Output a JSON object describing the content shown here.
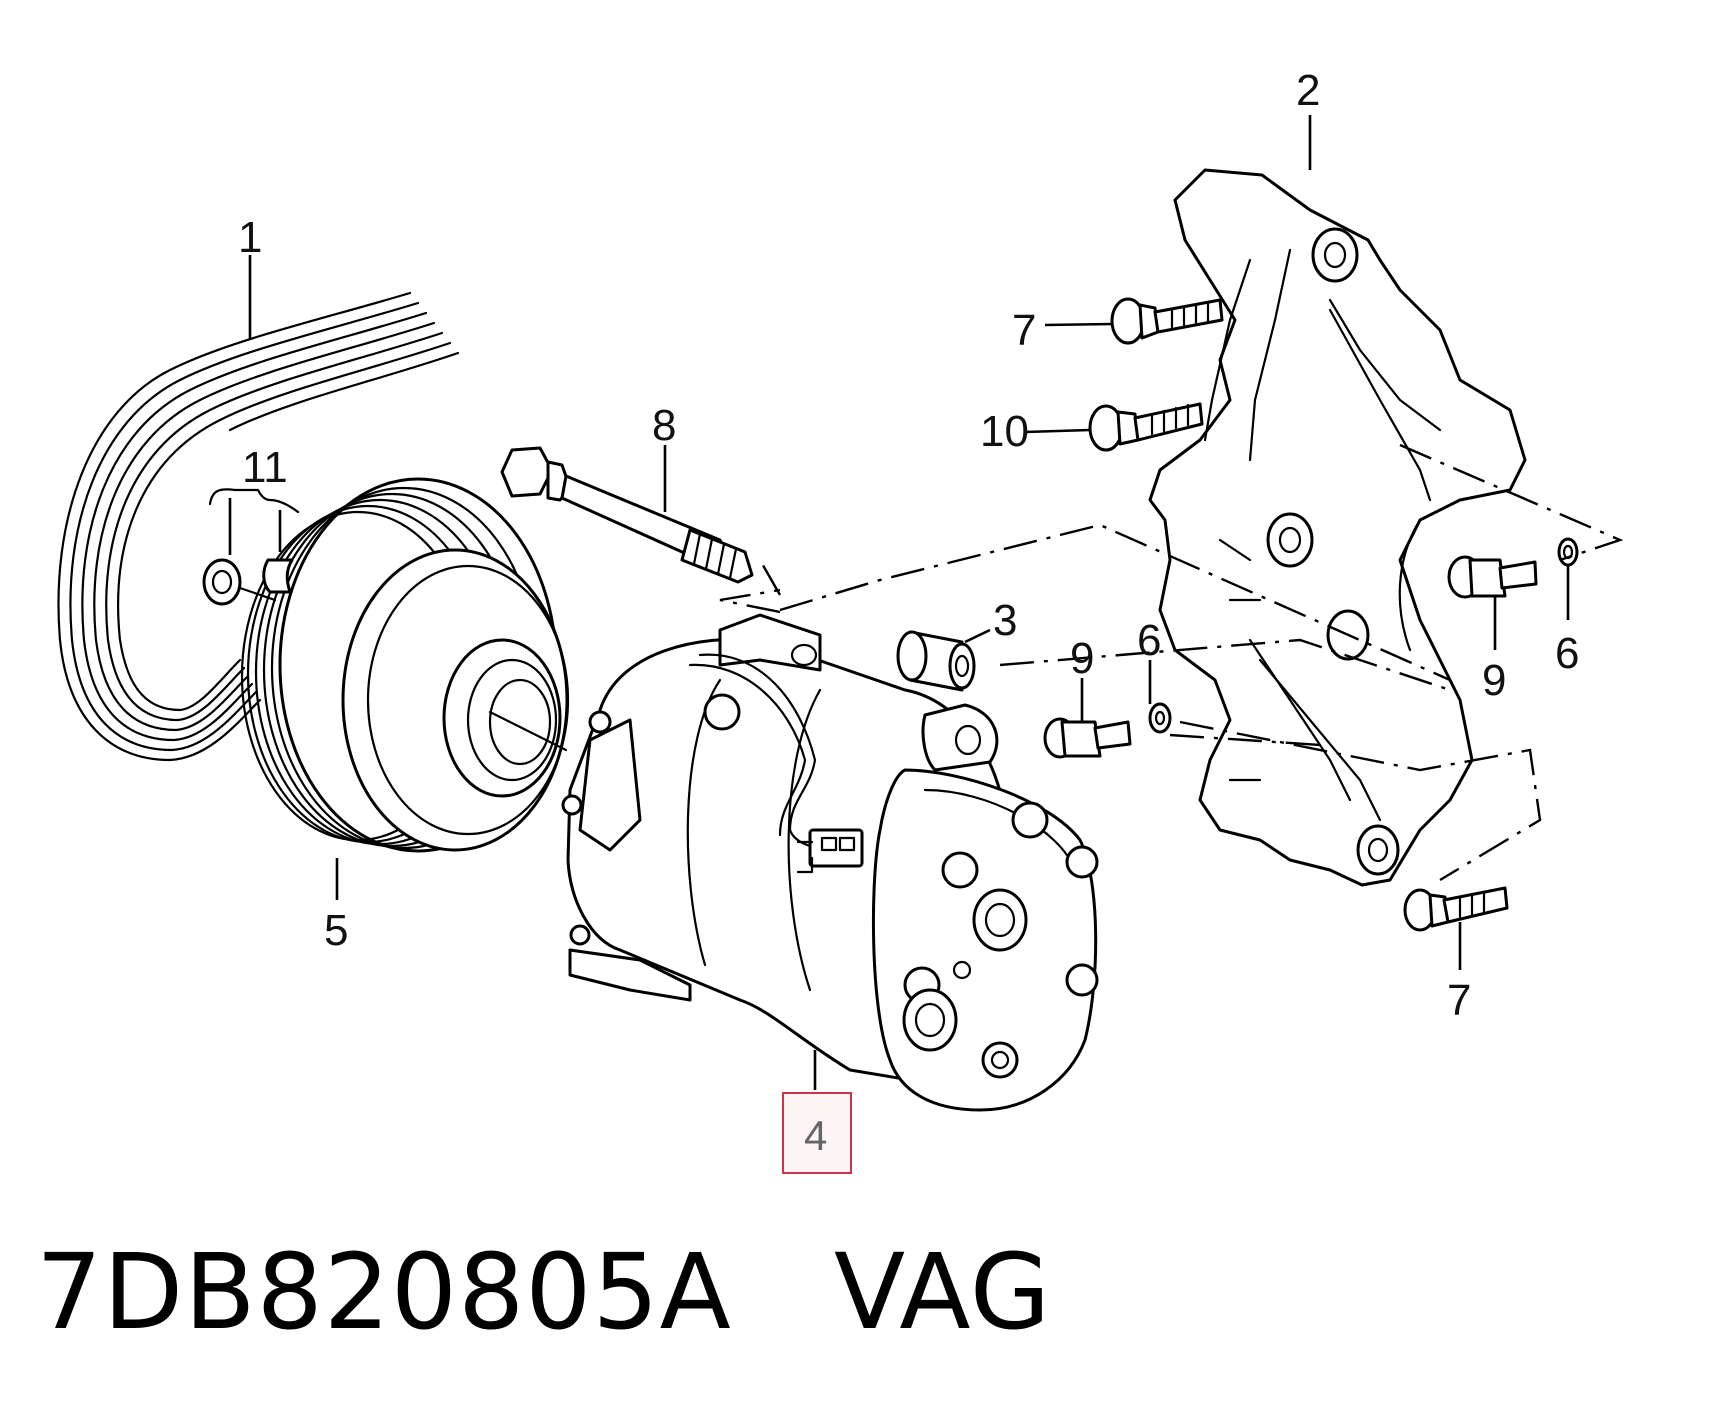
{
  "callouts": {
    "c1": "1",
    "c2": "2",
    "c3": "3",
    "c4": "4",
    "c5": "5",
    "c6a": "6",
    "c6b": "6",
    "c7a": "7",
    "c7b": "7",
    "c8": "8",
    "c9a": "9",
    "c9b": "9",
    "c10": "10",
    "c11": "11"
  },
  "highlighted_callout": "4",
  "caption": {
    "part_number": "7DB820805A",
    "brand": "VAG"
  },
  "colors": {
    "line": "#000000",
    "highlight_border": "#d0344a",
    "highlight_fill": "#fdf4f6"
  }
}
